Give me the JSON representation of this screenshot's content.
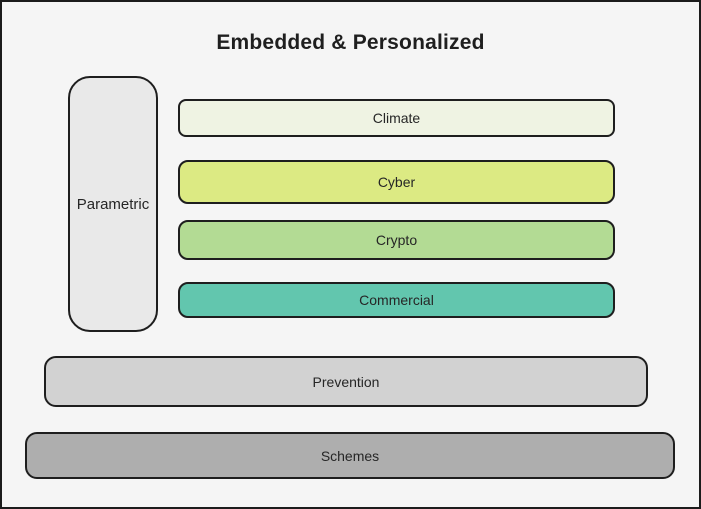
{
  "title": "Embedded & Personalized",
  "colors": {
    "canvas_background": "#f5f5f5",
    "frame_border": "#1c1c1c",
    "node_border": "#1e1e1e",
    "label_text": "#262626"
  },
  "nodes": {
    "parametric": {
      "label": "Parametric",
      "fill": "#e9e9e9"
    },
    "climate": {
      "label": "Climate",
      "fill": "#eff3e3"
    },
    "cyber": {
      "label": "Cyber",
      "fill": "#dcea83"
    },
    "crypto": {
      "label": "Crypto",
      "fill": "#b3db94"
    },
    "commercial": {
      "label": "Commercial",
      "fill": "#62c6ae"
    },
    "prevention": {
      "label": "Prevention",
      "fill": "#d2d2d2"
    },
    "schemes": {
      "label": "Schemes",
      "fill": "#aeaeae"
    }
  }
}
